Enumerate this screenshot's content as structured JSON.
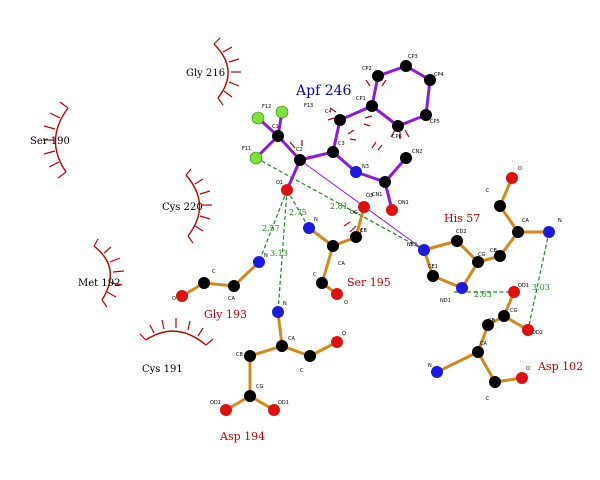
{
  "ligand": {
    "name": "Apf 246"
  },
  "residues": {
    "his57": "His 57",
    "ser195": "Ser 195",
    "gly193": "Gly 193",
    "asp194": "Asp 194",
    "asp102": "Asp 102"
  },
  "hydrophobic": {
    "gly216": "Gly 216",
    "ser190": "Ser 190",
    "cys220": "Cys 220",
    "met192": "Met 192",
    "cys191": "Cys 191"
  },
  "hbonds": {
    "d1": "2.57",
    "d2": "3.13",
    "d3": "2.75",
    "d4": "2.81",
    "d5": "2.63",
    "d6": "3.03"
  },
  "atoms": {
    "cp1": "CP1",
    "cp2": "CP2",
    "cp3": "CP3",
    "cp4": "CP4",
    "cp5": "CP5",
    "cp6": "CP6",
    "f12": "F12",
    "f13": "F13",
    "f11": "F11",
    "c1": "C1",
    "c2": "C2",
    "c3": "C3",
    "c4": "C4",
    "n3": "N3",
    "cn1": "CN1",
    "cn2": "CN2",
    "on1": "ON1",
    "o1": "O1",
    "o3": "O3",
    "n_ser": "N",
    "ca_ser": "CA",
    "cb_ser": "CB",
    "c_ser": "C",
    "o_ser": "O",
    "og_ser": "OG",
    "n_gly": "N",
    "c_gly": "C",
    "ca_gly": "CA",
    "o_gly": "O",
    "n_asp194": "N",
    "ca_asp194": "CA",
    "cb_asp194": "CB",
    "cg_asp194": "CG",
    "c_asp194": "C",
    "o_asp194": "O",
    "od1_asp194": "OD1",
    "od2_asp194": "OD1",
    "ne2_his": "NE2",
    "cd2_his": "CD2",
    "cg_his": "CG",
    "cb_his": "CB",
    "ce1_his": "CE1",
    "nd1_his": "ND1",
    "ca_his": "CA",
    "c_his": "C",
    "o_his": "O",
    "n_his": "N",
    "od1_asp102": "OD1",
    "od2_asp102": "OD2",
    "cb_asp102": "CB",
    "cg_asp102": "CG",
    "ca_asp102": "CA",
    "n_asp102": "N",
    "c_asp102": "C",
    "o_asp102": "O"
  }
}
